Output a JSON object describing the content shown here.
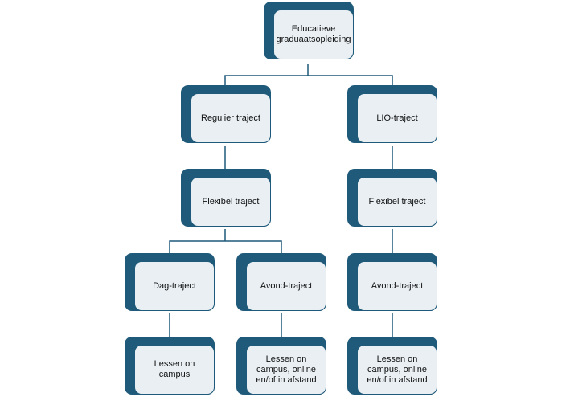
{
  "diagram": {
    "colors": {
      "dark": "#1f5a7a",
      "light": "#e9eff3",
      "line": "#1f5a7a"
    },
    "nodes": {
      "root": "Educatieve graduaatsopleiding",
      "regulier": "Regulier traject",
      "lio": "LIO-traject",
      "flex_left": "Flexibel traject",
      "flex_right": "Flexibel traject",
      "dag": "Dag-traject",
      "avond_mid": "Avond-traject",
      "avond_right": "Avond-traject",
      "lessen_campus": "Lessen on campus",
      "lessen_mixed_mid": "Lessen on campus, online en/of in afstand",
      "lessen_mixed_right": "Lessen on campus, online en/of in afstand"
    }
  }
}
